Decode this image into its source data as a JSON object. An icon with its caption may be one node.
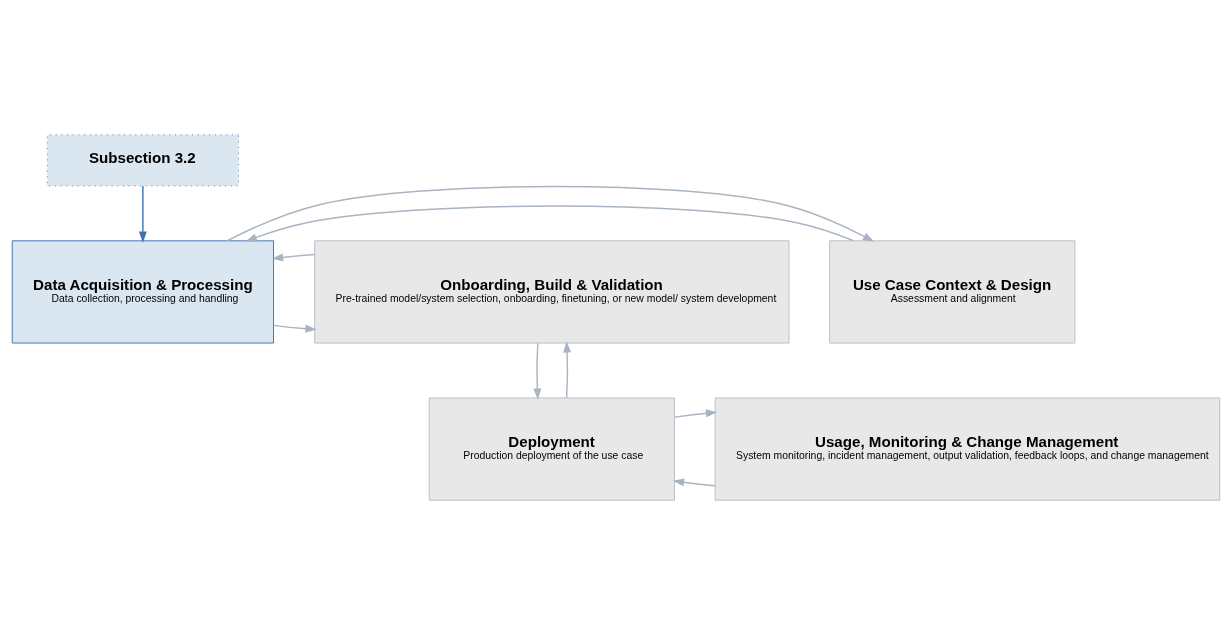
{
  "diagram": {
    "nodes": [
      {
        "text": [
          "Subsection 3.2"
        ]
      },
      {
        "text": [
          "Use Case Context & Design",
          "Assessment and alignment"
        ]
      },
      {
        "text": [
          "Data Acquisition & Processing",
          "Data collection, processing and handling"
        ]
      },
      {
        "text": [
          "Onboarding, Build & Validation",
          "Pre-trained model/system selection, onboarding, finetuning, or new model/ system development"
        ]
      },
      {
        "text": [
          "Usage, Monitoring & Change Management",
          "System monitoring, incident management, output validation, feedback loops, and change management"
        ]
      },
      {
        "text": [
          "Deployment",
          "Production deployment of the use case"
        ]
      }
    ],
    "edges": [
      {
        "from": 0,
        "to": 2,
        "arrow": "to",
        "color": "#3f72af"
      },
      {
        "from": 1,
        "to": 2,
        "arrow": "to"
      },
      {
        "from": 2,
        "to": 1,
        "arrow": "to"
      },
      {
        "from": 2,
        "to": 3,
        "arrow": "to"
      },
      {
        "from": 3,
        "to": 2,
        "arrow": "to"
      },
      {
        "from": 3,
        "to": 5,
        "arrow": "to"
      },
      {
        "from": 5,
        "to": 3,
        "arrow": "to"
      },
      {
        "from": 4,
        "to": 5,
        "arrow": "to"
      },
      {
        "from": 5,
        "to": 4,
        "arrow": "to"
      }
    ]
  }
}
